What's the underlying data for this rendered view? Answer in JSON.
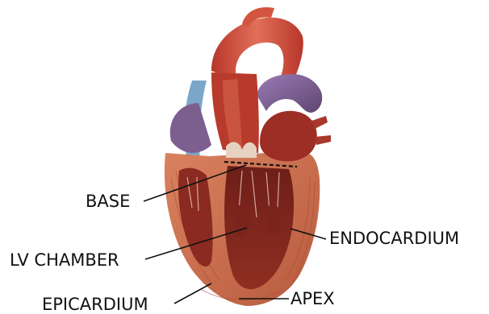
{
  "diagram": {
    "labels": {
      "base": "BASE",
      "lv_chamber": "LV CHAMBER",
      "endocardium": "ENDOCARDIUM",
      "epicardium": "EPICARDIUM",
      "apex": "APEX"
    }
  },
  "colors": {
    "aorta": "#c9432f",
    "aorta_light": "#e0705a",
    "myocardium": "#c8674a",
    "myocardium_light": "#e09a78",
    "chamber": "#8a2a20",
    "chamber_dark": "#6e1f18",
    "atrium": "#9c2e25",
    "vein_purple": "#7d5f8f",
    "pulmonary_purple": "#8c6da8",
    "blue_vessel": "#7aa6c8",
    "text": "#111111",
    "line": "#111111"
  }
}
